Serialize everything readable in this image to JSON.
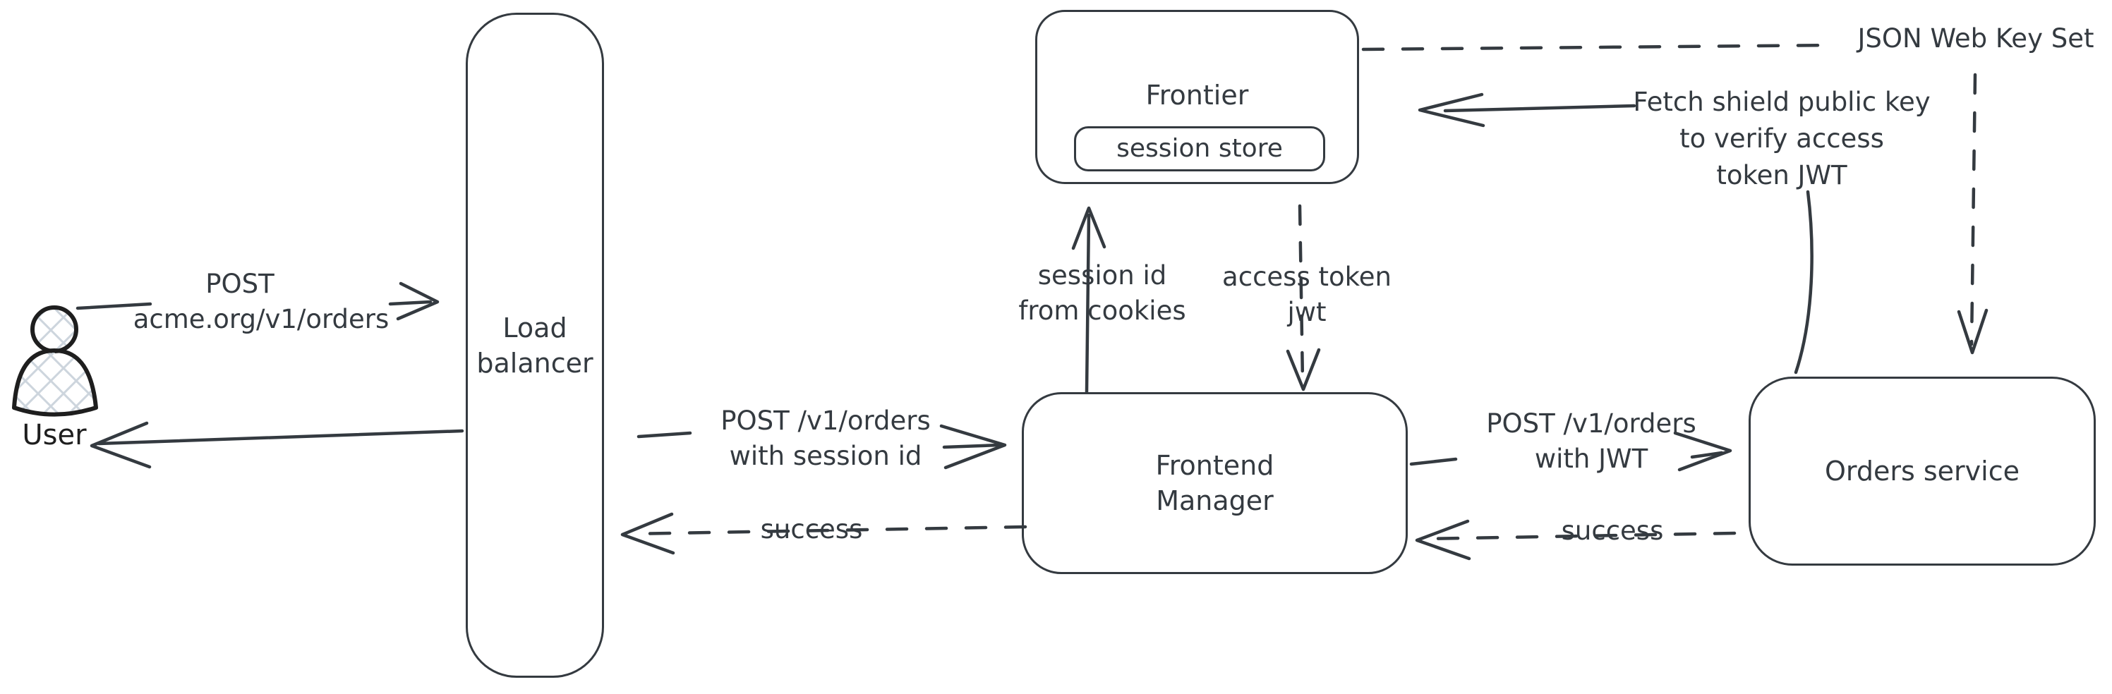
{
  "colors": {
    "stroke": "#343a40",
    "user_stroke": "#1e1e1e",
    "hatch_fill": "#cdd5dd",
    "background": "#ffffff"
  },
  "nodes": {
    "user": {
      "label": "User"
    },
    "load_balancer": {
      "line1": "Load",
      "line2": "balancer"
    },
    "frontier": {
      "title": "Frontier",
      "store": "session store"
    },
    "frontend_manager": {
      "line1": "Frontend",
      "line2": "Manager"
    },
    "orders_service": {
      "label": "Orders service"
    }
  },
  "edges": {
    "user_to_lb": {
      "line1": "POST",
      "line2": "acme.org/v1/orders",
      "style": "solid"
    },
    "lb_to_user": {
      "style": "solid"
    },
    "lb_to_fm": {
      "line1": "POST /v1/orders",
      "line2": "with session id",
      "style": "solid"
    },
    "fm_to_lb_success": {
      "label": "success",
      "style": "dashed"
    },
    "fm_to_frontier": {
      "line1": "session id",
      "line2": "from cookies",
      "style": "solid"
    },
    "frontier_to_fm": {
      "line1": "access token",
      "line2": "jwt",
      "style": "dashed"
    },
    "fm_to_orders": {
      "line1": "POST /v1/orders",
      "line2": "with JWT",
      "style": "solid"
    },
    "orders_to_fm_success": {
      "label": "success",
      "style": "dashed"
    },
    "frontier_to_jwks": {
      "label": "JSON Web Key Set",
      "style": "dashed"
    },
    "jwks_to_orders": {
      "style": "dashed"
    },
    "orders_to_frontier_fetch": {
      "line1": "Fetch shield public key",
      "line2": "to verify access",
      "line3": "token JWT",
      "style": "solid"
    }
  }
}
